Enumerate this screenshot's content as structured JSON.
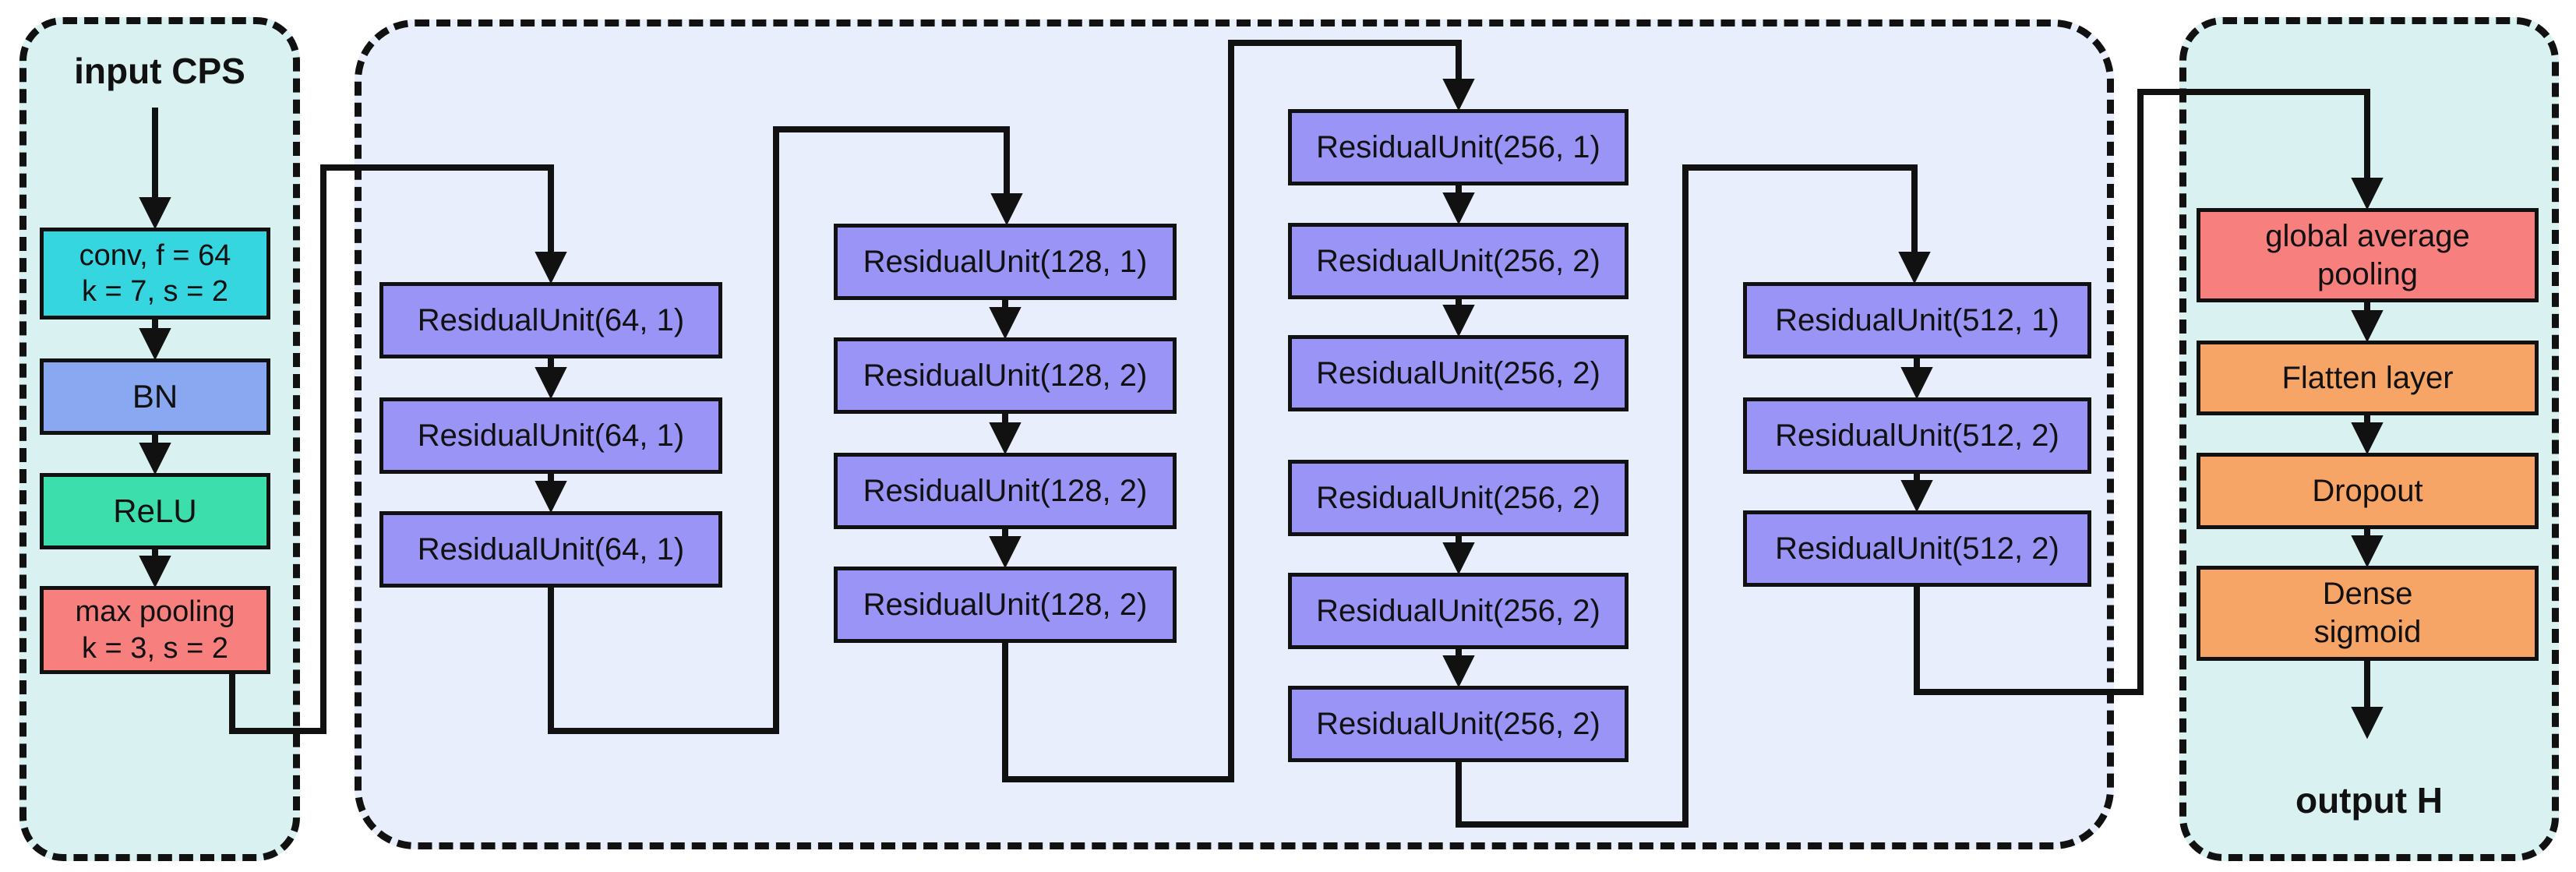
{
  "input_panel": {
    "title": "input CPS",
    "background": "#d9f1f0",
    "blocks": [
      {
        "name": "conv",
        "line1": "conv, f = 64",
        "line2": "k = 7, s = 2",
        "color": "#35d6e0"
      },
      {
        "name": "batch-norm",
        "line1": "BN",
        "color": "#8aa7f2"
      },
      {
        "name": "relu",
        "line1": "ReLU",
        "color": "#3cdfac"
      },
      {
        "name": "max-pooling",
        "line1": "max pooling",
        "line2": "k = 3, s = 2",
        "color": "#f7807e"
      }
    ]
  },
  "middle_panel": {
    "background": "#e9eefc",
    "block_color": "#9a94f6",
    "columns": [
      {
        "blocks": [
          "ResidualUnit(64, 1)",
          "ResidualUnit(64, 1)",
          "ResidualUnit(64, 1)"
        ]
      },
      {
        "blocks": [
          "ResidualUnit(128, 1)",
          "ResidualUnit(128, 2)",
          "ResidualUnit(128, 2)",
          "ResidualUnit(128, 2)"
        ]
      },
      {
        "blocks": [
          "ResidualUnit(256, 1)",
          "ResidualUnit(256, 2)",
          "ResidualUnit(256, 2)",
          "ResidualUnit(256, 2)",
          "ResidualUnit(256, 2)",
          "ResidualUnit(256, 2)"
        ]
      },
      {
        "blocks": [
          "ResidualUnit(512, 1)",
          "ResidualUnit(512, 2)",
          "ResidualUnit(512, 2)"
        ]
      }
    ]
  },
  "output_panel": {
    "title": "output H",
    "background": "#d9f1f0",
    "blocks": [
      {
        "name": "global-average-pooling",
        "line1": "global average",
        "line2": "pooling",
        "color": "#f7807e"
      },
      {
        "name": "flatten-layer",
        "line1": "Flatten layer",
        "color": "#f7a566"
      },
      {
        "name": "dropout",
        "line1": "Dropout",
        "color": "#f7a566"
      },
      {
        "name": "dense-sigmoid",
        "line1": "Dense",
        "line2": "sigmoid",
        "color": "#f7a566"
      }
    ]
  },
  "line_color": "#111111"
}
